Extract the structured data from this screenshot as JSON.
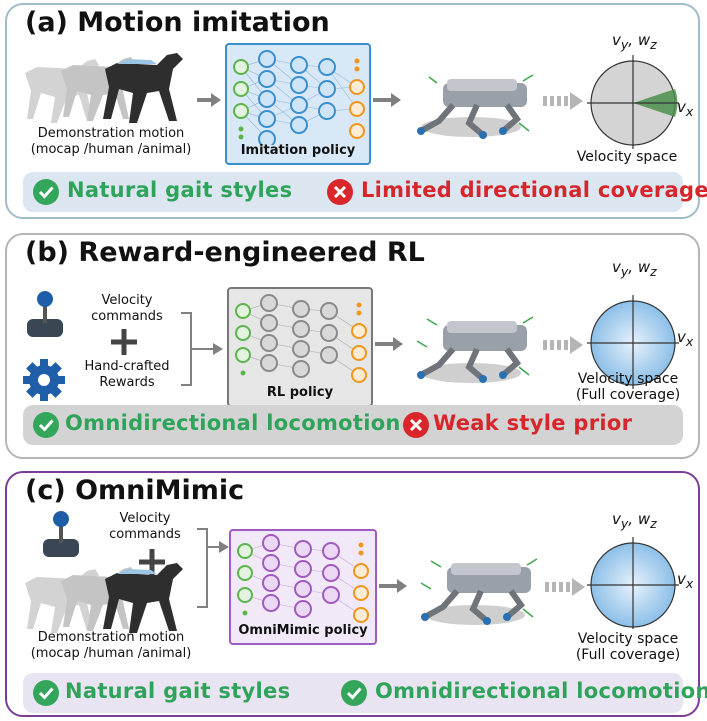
{
  "panel_a": {
    "title": "(a) Motion imitation",
    "demo_label_1": "Demonstration motion",
    "demo_label_2": "(mocap /human /animal)",
    "policy_label": "Imitation policy",
    "velocity_label": "Velocity space",
    "axis_y": "v",
    "axis_y_sub": "y",
    "axis_w": "w",
    "axis_w_sub": "z",
    "axis_x": "v",
    "axis_x_sub": "x",
    "pro": "Natural gait styles",
    "con": "Limited directional coverage"
  },
  "panel_b": {
    "title": "(b) Reward-engineered RL",
    "cmd_label_1": "Velocity",
    "cmd_label_2": "commands",
    "reward_label_1": "Hand-crafted",
    "reward_label_2": "Rewards",
    "policy_label": "RL policy",
    "velocity_label_1": "Velocity space",
    "velocity_label_2": "(Full coverage)",
    "axis_y": "v",
    "axis_y_sub": "y",
    "axis_w": "w",
    "axis_w_sub": "z",
    "axis_x": "v",
    "axis_x_sub": "x",
    "pro": "Omnidirectional locomotion",
    "con": "Weak style prior"
  },
  "panel_c": {
    "title": "(c) OmniMimic",
    "cmd_label_1": "Velocity",
    "cmd_label_2": "commands",
    "demo_label_1": "Demonstration motion",
    "demo_label_2": "(mocap /human /animal)",
    "policy_label": "OmniMimic policy",
    "velocity_label_1": "Velocity space",
    "velocity_label_2": "(Full coverage)",
    "axis_y": "v",
    "axis_y_sub": "y",
    "axis_w": "w",
    "axis_w_sub": "z",
    "axis_x": "v",
    "axis_x_sub": "x",
    "pro_1": "Natural gait styles",
    "pro_2": "Omnidirectional locomotion"
  },
  "colors": {
    "imitation": "#3a8fd0",
    "rl": "#8a8a8a",
    "omnimimic": "#a05bc0",
    "input_node": "#5ab54b",
    "output_node": "#f0961e",
    "good": "#2ea35a",
    "bad": "#d7262b"
  },
  "icons": [
    "joystick-icon",
    "gear-icon",
    "plus-icon",
    "check-icon",
    "x-icon",
    "dog-silhouette-icon",
    "robot-dog-icon"
  ]
}
